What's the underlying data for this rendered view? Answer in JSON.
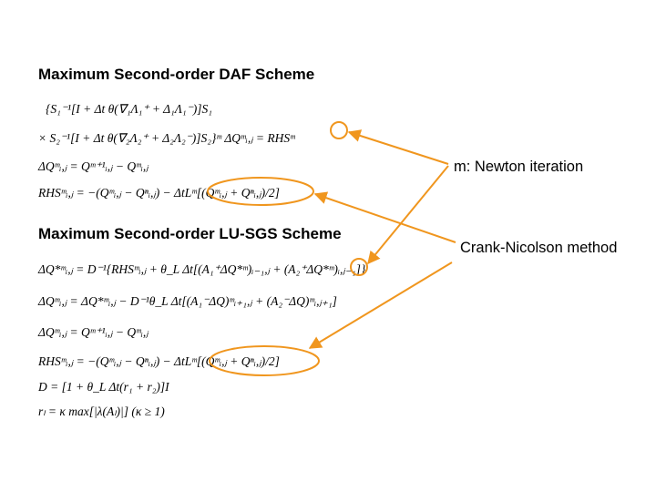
{
  "sections": [
    {
      "title": "Maximum Second-order DAF Scheme",
      "equations": [
        "{S₁⁻¹[I + Δt θ(∇₁Λ₁⁺ + Δ₁Λ₁⁻)]S₁",
        "× S₂⁻¹[I + Δt θ(∇₂Λ₂⁺ + Δ₂Λ₂⁻)]S₂}ᵐ ΔQᵐᵢ,ⱼ = RHSᵐ",
        "ΔQᵐᵢ,ⱼ = Qᵐ⁺¹ᵢ,ⱼ − Qᵐᵢ,ⱼ",
        "RHSᵐᵢ,ⱼ = −(Qᵐᵢ,ⱼ − Qⁿᵢ,ⱼ) − ΔtLᵐ[(Qᵐᵢ,ⱼ + Qⁿᵢ,ⱼ)/2]"
      ]
    },
    {
      "title": "Maximum Second-order LU-SGS Scheme",
      "equations": [
        "ΔQ*ᵐᵢ,ⱼ = D⁻¹{RHSᵐᵢ,ⱼ + θ_L Δt[(A₁⁺ΔQ*ᵐ)ᵢ₋₁,ⱼ + (A₂⁺ΔQ*ᵐ)ᵢ,ⱼ₋₁]}",
        "ΔQᵐᵢ,ⱼ = ΔQ*ᵐᵢ,ⱼ − D⁻¹θ_L Δt[(A₁⁻ΔQ)ᵐᵢ₊₁,ⱼ + (A₂⁻ΔQ)ᵐᵢ,ⱼ₊₁]",
        "ΔQᵐᵢ,ⱼ = Qᵐ⁺¹ᵢ,ⱼ − Qᵐᵢ,ⱼ",
        "RHSᵐᵢ,ⱼ = −(Qᵐᵢ,ⱼ − Qⁿᵢ,ⱼ) − ΔtLᵐ[(Qᵐᵢ,ⱼ + Qⁿᵢ,ⱼ)/2]",
        "D = [1 + θ_L Δt(r₁ + r₂)]I",
        "rₗ = κ max[|λ(Aₗ)|]    (κ ≥ 1)"
      ]
    }
  ],
  "annotations": [
    {
      "text": "m: Newton iteration"
    },
    {
      "text": "Crank-Nicolson method"
    }
  ],
  "colors": {
    "annotation": "#f0961e",
    "text": "#000000",
    "background": "#ffffff"
  }
}
